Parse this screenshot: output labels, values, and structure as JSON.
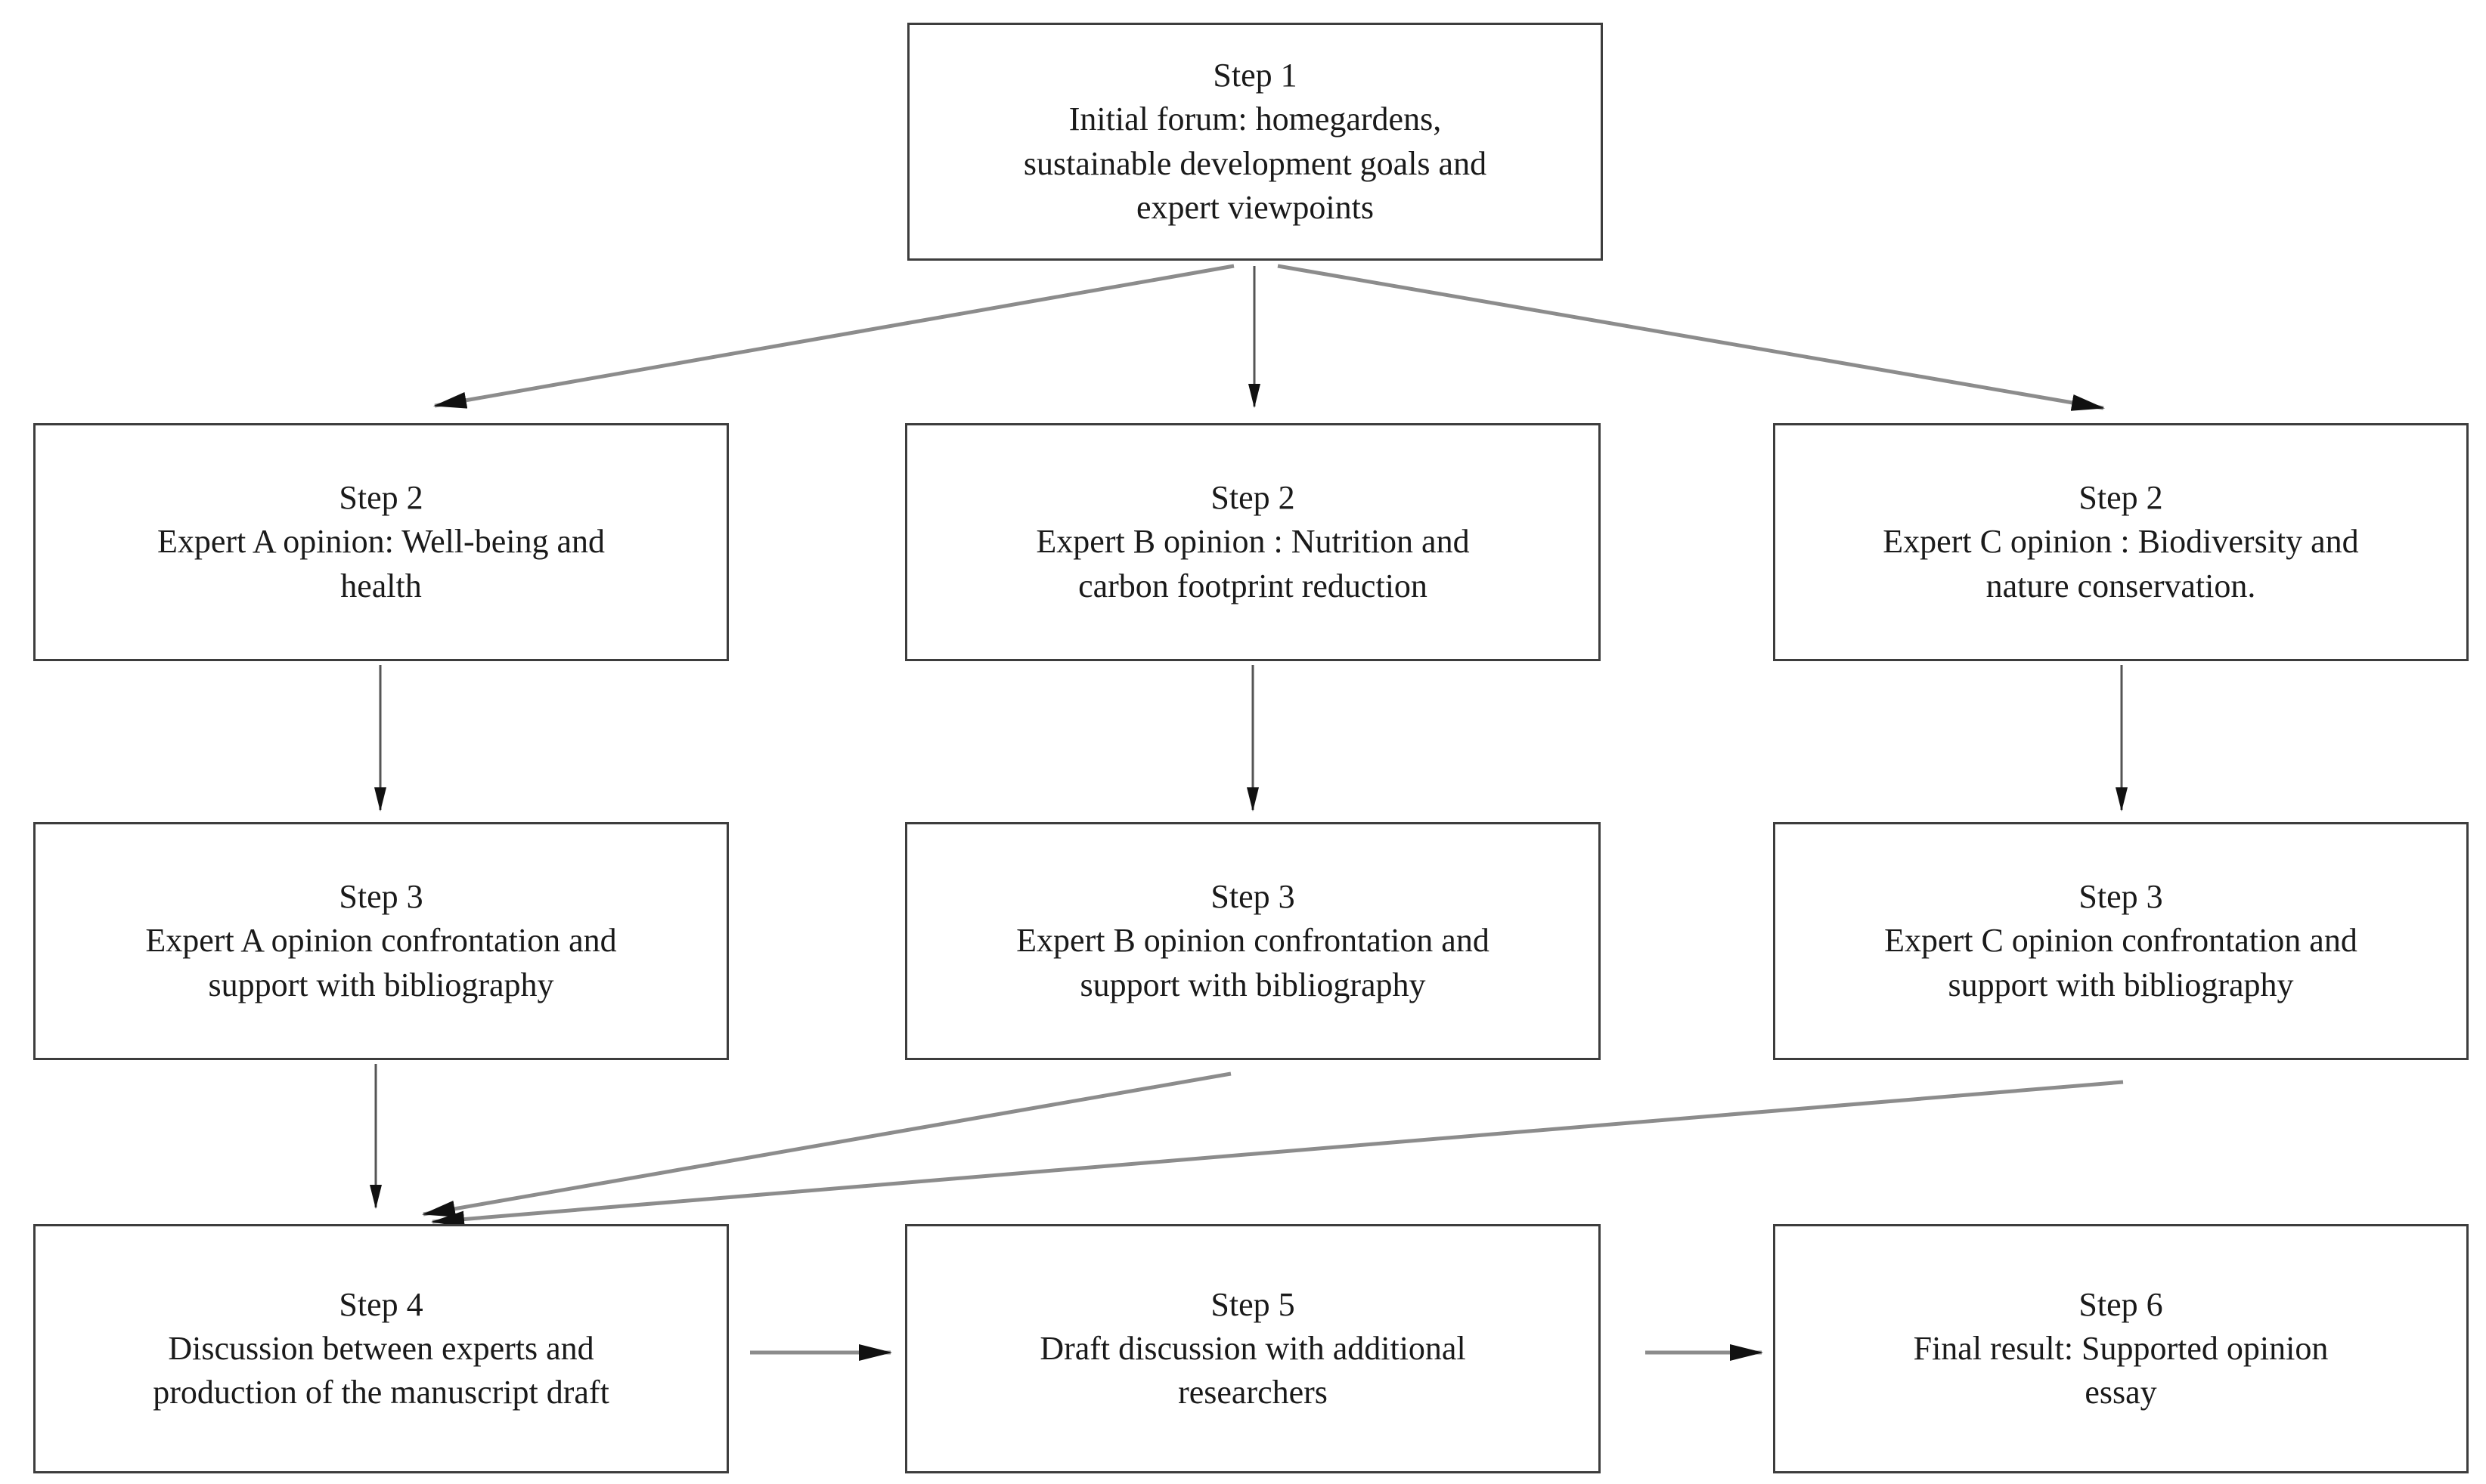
{
  "diagram": {
    "boxes": {
      "step1": {
        "title": "Step 1",
        "body": "Initial forum: homegardens,\nsustainable development goals and\nexpert viewpoints"
      },
      "step2a": {
        "title": "Step 2",
        "body": "Expert A opinion:  Well-being and\nhealth"
      },
      "step2b": {
        "title": "Step 2",
        "body": "Expert B opinion : Nutrition and\ncarbon footprint reduction"
      },
      "step2c": {
        "title": "Step 2",
        "body": "Expert C opinion : Biodiversity and\nnature conservation."
      },
      "step3a": {
        "title": "Step 3",
        "body": "Expert A opinion confrontation and\nsupport with bibliography"
      },
      "step3b": {
        "title": "Step 3",
        "body": "Expert  B opinion  confrontation and\nsupport with bibliography"
      },
      "step3c": {
        "title": "Step 3",
        "body": "Expert C opinion confrontation and\nsupport with bibliography"
      },
      "step4": {
        "title": "Step 4",
        "body": "Discussion between experts and\nproduction of the manuscript draft"
      },
      "step5": {
        "title": "Step 5",
        "body": "Draft discussion with additional\nresearchers"
      },
      "step6": {
        "title": "Step 6",
        "body": "Final result: Supported  opinion\nessay"
      }
    },
    "colors": {
      "box_border": "#3d3d3d",
      "box_fill": "#ffffff",
      "line_gray": "#8c8c8c",
      "line_dark": "#555555",
      "arrowhead": "#111111",
      "background": "#ffffff",
      "text": "#1a1a1a"
    }
  }
}
